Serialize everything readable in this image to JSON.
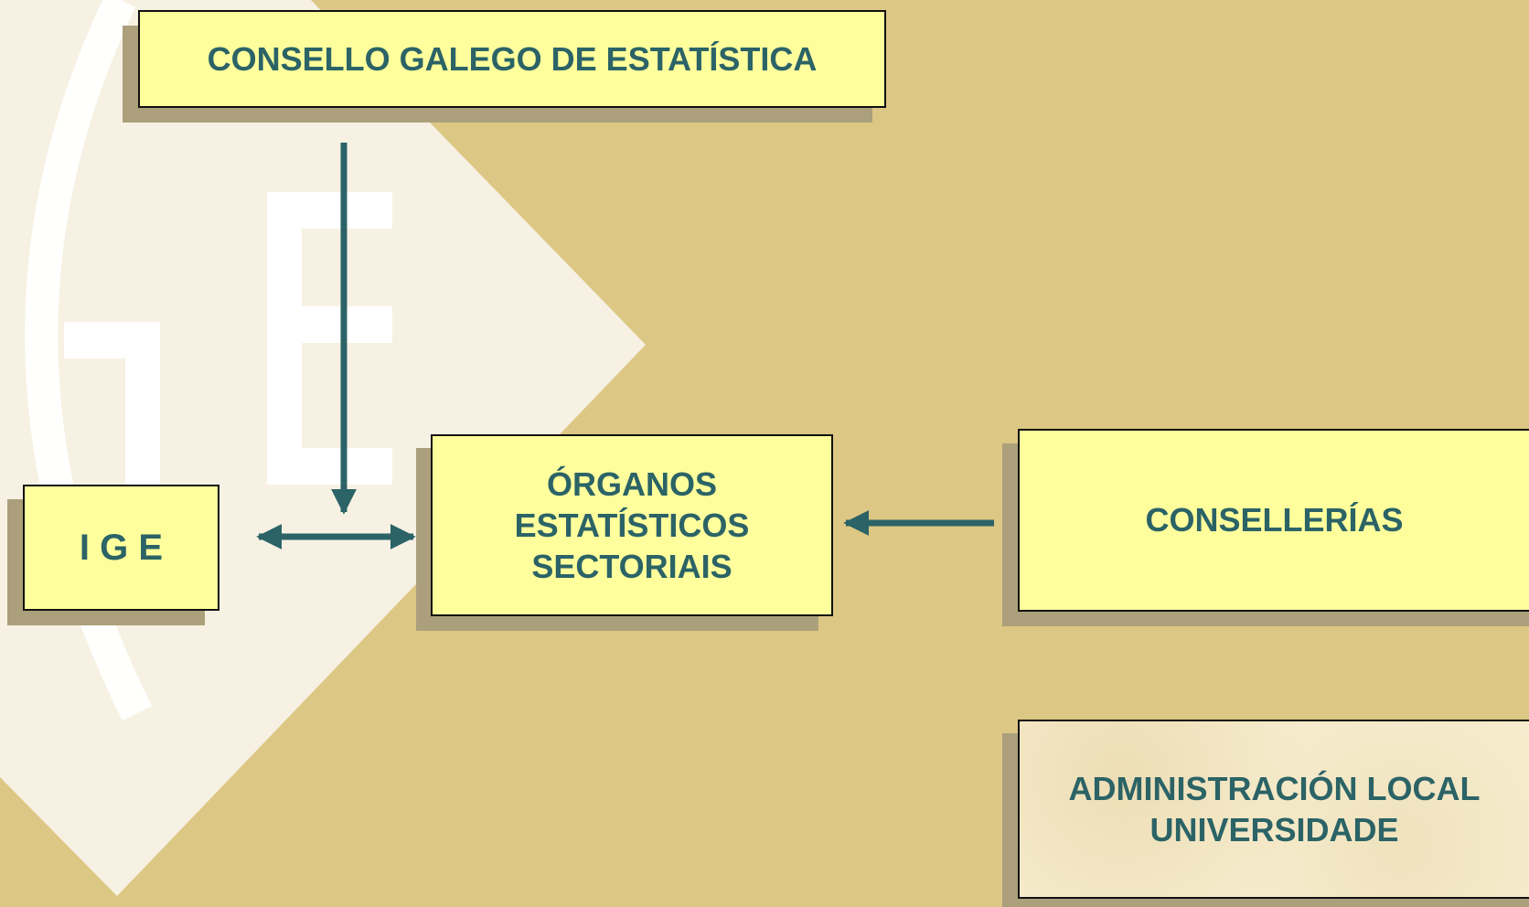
{
  "nodes": {
    "consello": "CONSELLO GALEGO DE ESTATÍSTICA",
    "ige": "I G E",
    "organos": [
      "ÓRGANOS",
      "ESTATÍSTICOS",
      "SECTORIAIS"
    ],
    "consellerias": "CONSELLERÍAS",
    "admin": [
      "ADMINISTRACIÓN LOCAL",
      "UNIVERSIDADE"
    ]
  },
  "colors": {
    "background": "#dcc784",
    "box_fill": "#fefe9c",
    "box_text": "#2b6366",
    "arrow": "#2b6366",
    "shadow": "#aba07b",
    "watermark": "#f7f1e3"
  },
  "watermark_icon": "ige-logo-watermark"
}
